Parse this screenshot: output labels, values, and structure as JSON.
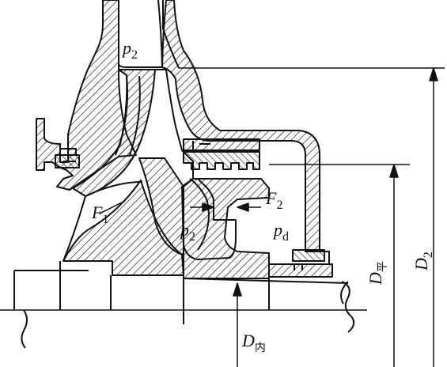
{
  "figure": {
    "labels": {
      "p2_top": {
        "main": "p",
        "sub": "2"
      },
      "F1": {
        "main": "F",
        "sub": "1"
      },
      "p2_mid": {
        "main": "p",
        "sub": "2"
      },
      "F2": {
        "main": "F",
        "sub": "2"
      },
      "pd": {
        "main": "p",
        "sub": "d"
      },
      "D_ping": {
        "main": "D",
        "sub": "平"
      },
      "D2": {
        "main": "D",
        "sub": "2"
      },
      "D_nei": {
        "main": "D",
        "sub": "内"
      }
    },
    "colors": {
      "line": "#111111",
      "background": "#ffffff"
    }
  }
}
